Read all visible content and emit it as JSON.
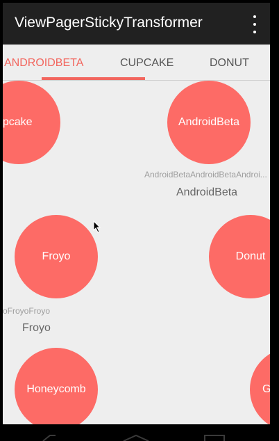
{
  "appbar": {
    "title": "ViewPagerStickyTransformer",
    "overflow_icon": "overflow-menu-icon"
  },
  "tabs": [
    {
      "label": "AndroidBeta",
      "active": true
    },
    {
      "label": "Cupcake",
      "active": false
    },
    {
      "label": "Donut",
      "active": false
    }
  ],
  "accent_color": "#f2665e",
  "circle_color": "#fd6b66",
  "items": {
    "cupcake": {
      "label": "Cupcake"
    },
    "androidbeta": {
      "label": "AndroidBeta",
      "subtitle": "AndroidBetaAndroidBetaAndroi...",
      "caption": "AndroidBeta"
    },
    "froyo": {
      "label": "Froyo",
      "subtitle": "oFroyoFroyo",
      "caption": "Froyo"
    },
    "donut": {
      "label": "Donut"
    },
    "honeycomb": {
      "label": "Honeycomb"
    },
    "gingerbread": {
      "label": "Gi"
    }
  }
}
